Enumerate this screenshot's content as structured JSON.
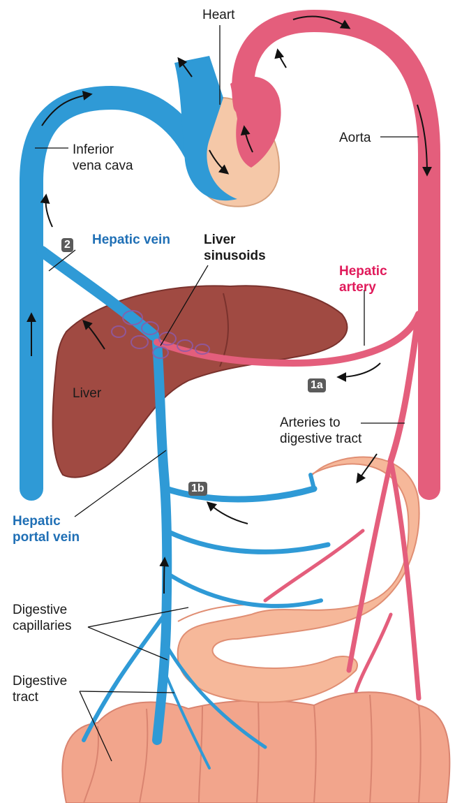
{
  "labels": {
    "heart": "Heart",
    "aorta": "Aorta",
    "inferior_vena_cava": [
      "Inferior",
      "vena cava"
    ],
    "hepatic_vein": "Hepatic vein",
    "liver_sinusoids": [
      "Liver",
      "sinusoids"
    ],
    "hepatic_artery": [
      "Hepatic",
      "artery"
    ],
    "liver": "Liver",
    "arteries_to_digestive_tract": [
      "Arteries to",
      "digestive tract"
    ],
    "hepatic_portal_vein": [
      "Hepatic",
      "portal vein"
    ],
    "digestive_capillaries": [
      "Digestive",
      "capillaries"
    ],
    "digestive_tract": [
      "Digestive",
      "tract"
    ]
  },
  "steps": {
    "step_2": "2",
    "step_1a": "1a",
    "step_1b": "1b"
  },
  "colors": {
    "vein_blue": "#2f9ad6",
    "artery_pink": "#e45e7c",
    "liver_brown": "#a04a42",
    "intestine": "#f2a58c",
    "hepatic_vein_text": "#1f6fb5",
    "hepatic_artery_text": "#e0195a"
  }
}
